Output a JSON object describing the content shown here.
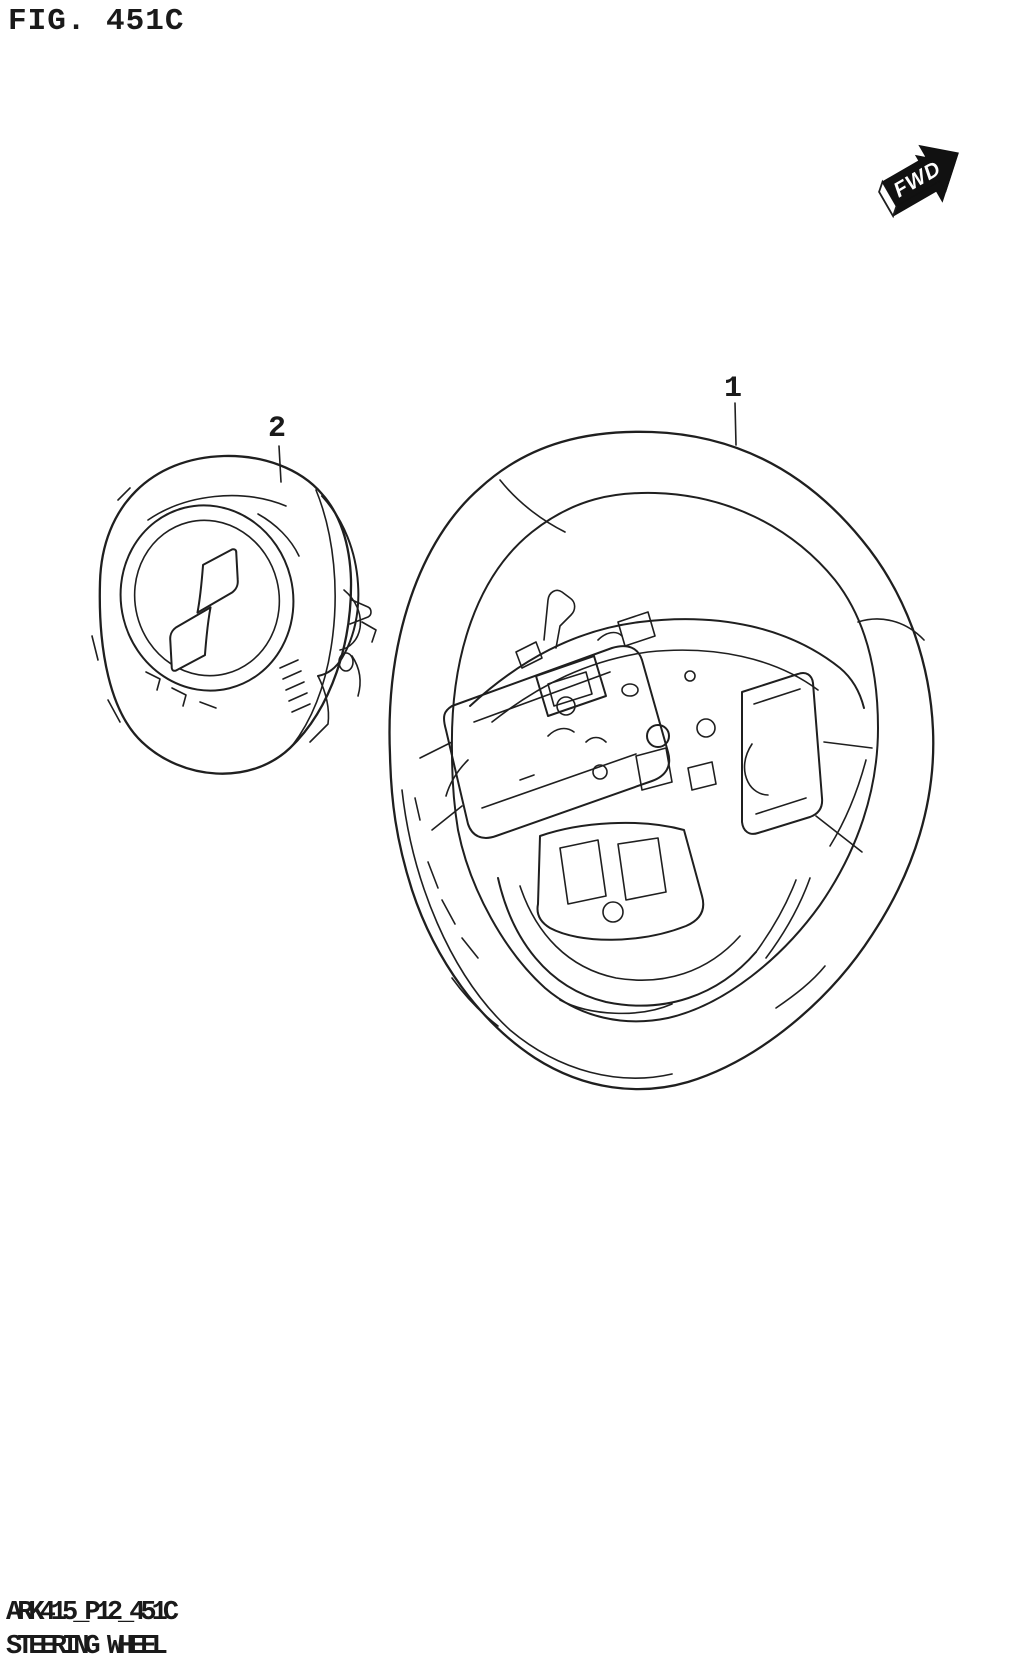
{
  "figure": {
    "title": "FIG. 451C",
    "direction_label": "FWD",
    "part_callouts": [
      {
        "ref": "1"
      },
      {
        "ref": "2"
      }
    ],
    "footer_code": "ARK415_P12_451C",
    "footer_caption": "STEERING WHEEL"
  },
  "colors": {
    "background": "#ffffff",
    "line": "#1f1f1f",
    "badge_fill": "#111111",
    "badge_text": "#ffffff"
  }
}
